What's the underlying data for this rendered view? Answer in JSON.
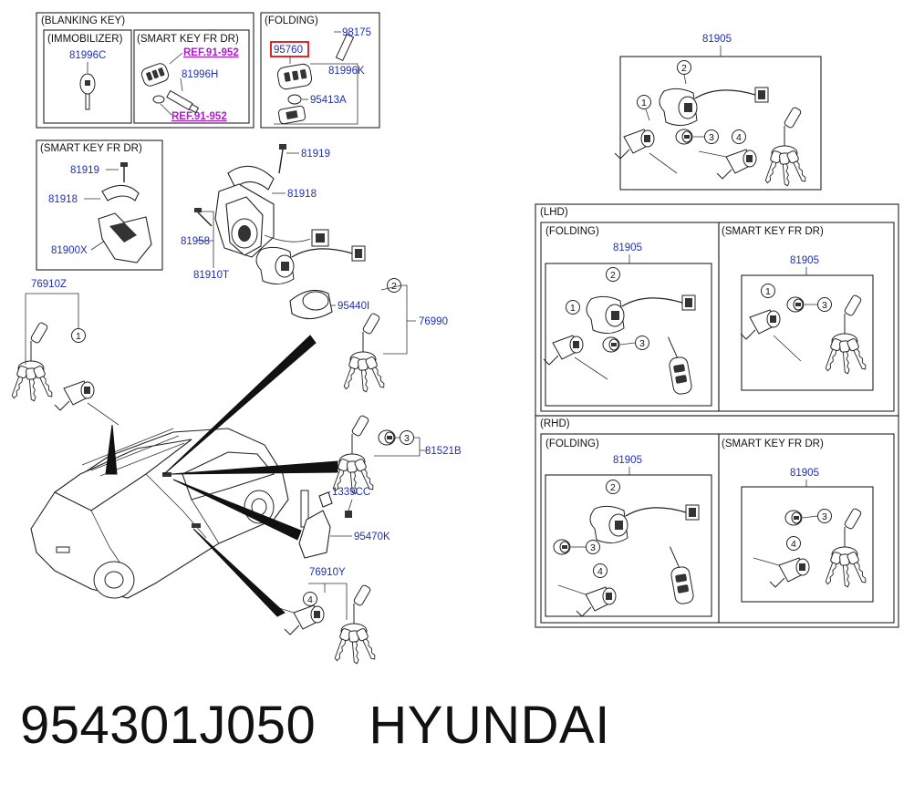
{
  "blanking_group": {
    "title": "(BLANKING KEY)",
    "immobilizer_title": "(IMMOBILIZER)",
    "immobilizer_part": "81996C",
    "smartkey_title": "(SMART KEY FR DR)",
    "smartkey_part": "81996H",
    "ref_top": "REF.91-952",
    "ref_bottom": "REF.91-952"
  },
  "folding_top": {
    "title": "(FOLDING)",
    "highlighted_part": "95760",
    "parts": [
      "98175",
      "81996K",
      "95413A"
    ]
  },
  "smartkey_cover": {
    "title": "(SMART KEY FR DR)",
    "parts": [
      "81919",
      "81918",
      "81900X"
    ]
  },
  "main": {
    "parts": [
      "81919",
      "81918",
      "81958",
      "81910T",
      "95440I",
      "76990",
      "76910Z",
      "81521B",
      "1339CC",
      "95470K",
      "76910Y"
    ],
    "callouts": [
      "1",
      "2",
      "3",
      "4"
    ]
  },
  "top_right": {
    "part": "81905"
  },
  "lhd": {
    "title": "(LHD)",
    "folding_title": "(FOLDING)",
    "smartkey_title": "(SMART KEY FR DR)",
    "folding_part": "81905",
    "smartkey_part": "81905"
  },
  "rhd": {
    "title": "(RHD)",
    "folding_title": "(FOLDING)",
    "smartkey_title": "(SMART KEY FR DR)",
    "folding_part": "81905",
    "smartkey_part": "81905"
  },
  "footer": {
    "part_number": "954301J050",
    "brand": "HYUNDAI"
  },
  "colors": {
    "part_label": "#1f2fb5",
    "ref_label": "#b01ad0",
    "highlight_box": "#e01010",
    "line": "#222222"
  }
}
